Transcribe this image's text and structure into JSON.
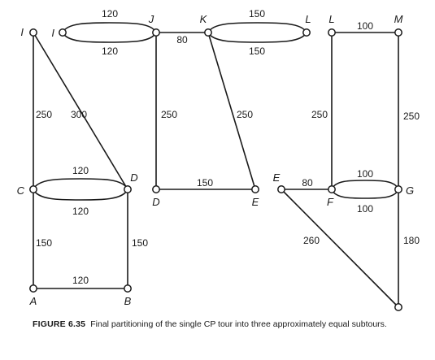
{
  "diagram": {
    "nodes": [
      {
        "id": "I1",
        "label": "I"
      },
      {
        "id": "I2",
        "label": "I"
      },
      {
        "id": "J",
        "label": "J"
      },
      {
        "id": "K",
        "label": "K"
      },
      {
        "id": "L1",
        "label": "L"
      },
      {
        "id": "C",
        "label": "C"
      },
      {
        "id": "D1",
        "label": "D"
      },
      {
        "id": "A",
        "label": "A"
      },
      {
        "id": "B",
        "label": "B"
      },
      {
        "id": "D2",
        "label": "D"
      },
      {
        "id": "E1",
        "label": "E"
      },
      {
        "id": "L2",
        "label": "L"
      },
      {
        "id": "M",
        "label": "M"
      },
      {
        "id": "E2",
        "label": "E"
      },
      {
        "id": "F",
        "label": "F"
      },
      {
        "id": "G",
        "label": "G"
      },
      {
        "id": "N",
        "label": ""
      }
    ],
    "edges": [
      {
        "from": "I1",
        "to": "C",
        "label": "250"
      },
      {
        "from": "I1",
        "to": "D1",
        "label": "300"
      },
      {
        "from": "C",
        "to": "D1",
        "label": "120",
        "curve": "up"
      },
      {
        "from": "C",
        "to": "D1",
        "label": "120",
        "curve": "down"
      },
      {
        "from": "C",
        "to": "A",
        "label": "150"
      },
      {
        "from": "D1",
        "to": "B",
        "label": "150"
      },
      {
        "from": "A",
        "to": "B",
        "label": "120"
      },
      {
        "from": "I2",
        "to": "J",
        "label": "120",
        "curve": "up"
      },
      {
        "from": "I2",
        "to": "J",
        "label": "120",
        "curve": "down"
      },
      {
        "from": "J",
        "to": "K",
        "label": "80"
      },
      {
        "from": "K",
        "to": "L1",
        "label": "150",
        "curve": "up"
      },
      {
        "from": "K",
        "to": "L1",
        "label": "150",
        "curve": "down"
      },
      {
        "from": "J",
        "to": "D2",
        "label": "250"
      },
      {
        "from": "D2",
        "to": "E1",
        "label": "150"
      },
      {
        "from": "K",
        "to": "E1",
        "label": "250"
      },
      {
        "from": "L2",
        "to": "M",
        "label": "100"
      },
      {
        "from": "L2",
        "to": "F",
        "label": "250"
      },
      {
        "from": "M",
        "to": "G",
        "label": "250"
      },
      {
        "from": "E2",
        "to": "F",
        "label": "80"
      },
      {
        "from": "F",
        "to": "G",
        "label": "100",
        "curve": "up"
      },
      {
        "from": "F",
        "to": "G",
        "label": "100",
        "curve": "down"
      },
      {
        "from": "E2",
        "to": "N",
        "label": "260"
      },
      {
        "from": "G",
        "to": "N",
        "label": "180"
      }
    ]
  },
  "caption": {
    "figure": "FIGURE 6.35",
    "text": "Final partitioning of the  single CP tour into three approximately equal subtours."
  }
}
